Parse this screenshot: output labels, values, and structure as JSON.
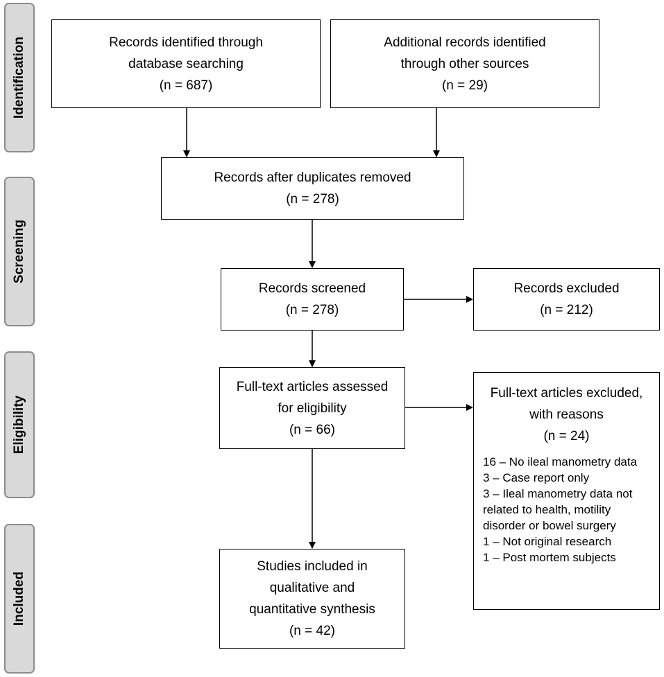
{
  "stages": {
    "identification": "Identification",
    "screening": "Screening",
    "eligibility": "Eligibility",
    "included": "Included"
  },
  "boxes": {
    "database": {
      "lines": [
        "Records identified through",
        "database searching",
        "(n = 687)"
      ]
    },
    "other_sources": {
      "lines": [
        "Additional records identified",
        "through other sources",
        "(n = 29)"
      ]
    },
    "after_duplicates": {
      "lines": [
        "Records after duplicates removed",
        "(n = 278)"
      ]
    },
    "screened": {
      "lines": [
        "Records screened",
        "(n = 278)"
      ]
    },
    "excluded": {
      "lines": [
        "Records excluded",
        "(n = 212)"
      ]
    },
    "full_text": {
      "lines": [
        "Full-text articles assessed",
        "for eligibility",
        "(n = 66)"
      ]
    },
    "full_text_excluded": {
      "lines": [
        "Full-text articles excluded,",
        "with reasons",
        "(n = 24)"
      ],
      "reasons": [
        "16 – No ileal manometry data",
        "3 – Case report only",
        "3 – Ileal manometry data not",
        "related to health, motility",
        "disorder or bowel surgery",
        "1 – Not original research",
        "1 – Post mortem subjects"
      ]
    },
    "included": {
      "lines": [
        "Studies included in",
        "qualitative and",
        "quantitative synthesis",
        "(n = 42)"
      ]
    }
  }
}
